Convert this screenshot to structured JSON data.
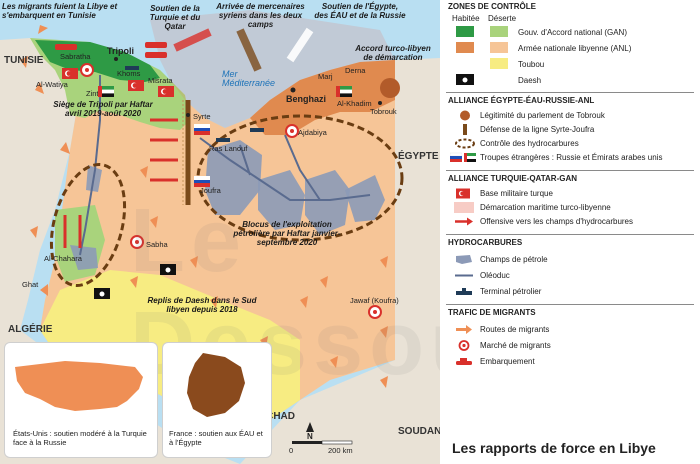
{
  "map": {
    "countries": {
      "tunisie": "TUNISIE",
      "algerie": "ALGÉRIE",
      "egypte": "ÉGYPTE",
      "tchad": "TCHAD",
      "soudan": "SOUDAN"
    },
    "sea": "Mer Méditerranée",
    "cities": {
      "sabratha": "Sabratha",
      "tripoli": "Tripoli",
      "khoms": "Khoms",
      "misrata": "Misrata",
      "zintan": "Zintan",
      "al_watiya": "Al-Watiya",
      "syrte": "Syrte",
      "ras_lanouf": "Ras Lanouf",
      "ajdabiya": "Ajdabiya",
      "benghazi": "Benghazi",
      "al_marj": "Marj",
      "derna": "Derna",
      "al_khadim": "Al-Khadim",
      "tobrouk": "Tobrouk",
      "joufra": "Joufra",
      "sabha": "Sabha",
      "al_chahara": "Al-Chahara",
      "ghat": "Ghat",
      "jawaf": "Jawaf (Koufra)"
    },
    "callouts": {
      "migrants_tunisia": "Les migrants fuient la Libye et s'embarquent en Tunisie",
      "soutien_turquie": "Soutien de la Turquie et du Qatar",
      "mercenaires": "Arrivée de mercenaires syriens dans les deux camps",
      "soutien_egypte": "Soutien de l'Égypte, des ÉAU et de la Russie",
      "accord": "Accord turco-libyen de démarcation",
      "siege_tripoli": "Siège de Tripoli par Haftar avril 2019-août 2020",
      "blocus": "Blocus de l'exploitation pétrolière par Haftar janvier-septembre 2020",
      "daesh_repli": "Replis de Daesh dans le Sud libyen depuis 2018"
    },
    "scale": {
      "north": "N",
      "zero": "0",
      "distance": "200 km"
    },
    "watermark": "Le Dessous"
  },
  "insets": {
    "usa_caption": "États-Unis : soutien modéré à la Turquie face à la Russie",
    "france_caption": "France : soutien aux ÉAU et à l'Égypte"
  },
  "legend": {
    "zones_title": "ZONES DE CONTRÔLE",
    "habitee": "Habitée",
    "deserte": "Déserte",
    "gan": "Gouv. d'Accord national (GAN)",
    "anl": "Armée nationale libyenne (ANL)",
    "toubou": "Toubou",
    "daesh": "Daesh",
    "alliance_egypte_title": "ALLIANCE ÉGYPTE-ÉAU-RUSSIE-ANL",
    "legitimite": "Légitimité du parlement de Tobrouk",
    "defense_ligne": "Défense de la ligne Syrte-Joufra",
    "controle_hydro": "Contrôle des hydrocarbures",
    "troupes": "Troupes étrangères : Russie et Émirats arabes unis",
    "alliance_turquie_title": "ALLIANCE TURQUIE-QATAR-GAN",
    "base_turque": "Base militaire turque",
    "demarcation": "Démarcation maritime turco-libyenne",
    "offensive": "Offensive vers les champs d'hydrocarbures",
    "hydro_title": "HYDROCARBURES",
    "champs": "Champs de pétrole",
    "oleoduc": "Oléoduc",
    "terminal": "Terminal pétrolier",
    "trafic_title": "TRAFIC DE MIGRANTS",
    "routes": "Routes de migrants",
    "marche": "Marché de migrants",
    "embarquement": "Embarquement"
  },
  "title": "Les rapports de force en Libye",
  "colors": {
    "sea": "#b9dff2",
    "gan_habitee": "#2e9a45",
    "gan_deserte": "#a9d37c",
    "anl_habitee": "#e08a4f",
    "anl_deserte": "#f6c597",
    "toubou": "#f7ec82",
    "oil_field": "#8c9ab7",
    "migrant": "#ef8f55",
    "offensive": "#d9302b",
    "legit": "#b25b2a"
  }
}
